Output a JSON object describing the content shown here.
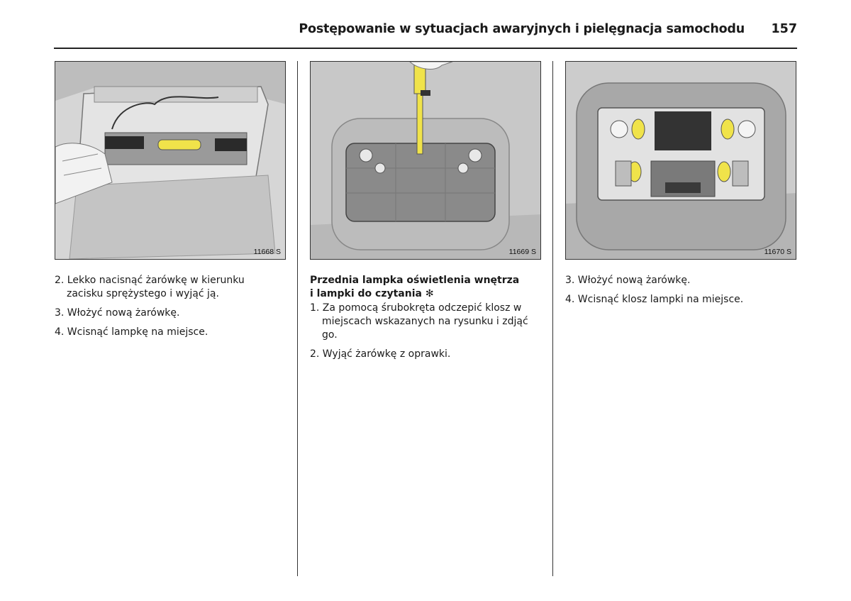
{
  "header": {
    "title": "Postępowanie w sytuacjach awaryjnych i pielęgnacja samochodu",
    "page_number": "157"
  },
  "columns": [
    {
      "figure_code": "11668 S",
      "items": [
        "2. Lekko nacisnąć żarówkę w kierunku zacisku sprężystego i wyjąć ją.",
        "3. Włożyć nową żarówkę.",
        "4. Wcisnąć lampkę na miejsce."
      ]
    },
    {
      "figure_code": "11669 S",
      "heading_line1": "Przednia lampka oświetlenia wnętrza",
      "heading_line2": "i lampki do czytania ✻",
      "items": [
        "1. Za pomocą śrubokręta odczepić klosz w miejscach wskazanych na rysunku i zdjąć go.",
        "2. Wyjąć żarówkę z oprawki."
      ]
    },
    {
      "figure_code": "11670 S",
      "items": [
        "3. Włożyć nową żarówkę.",
        "4. Wcisnąć klosz lampki na miejsce."
      ]
    }
  ],
  "colors": {
    "bulb": "#f0e34a",
    "panel": "#c9c9c9",
    "rule": "#222222"
  }
}
